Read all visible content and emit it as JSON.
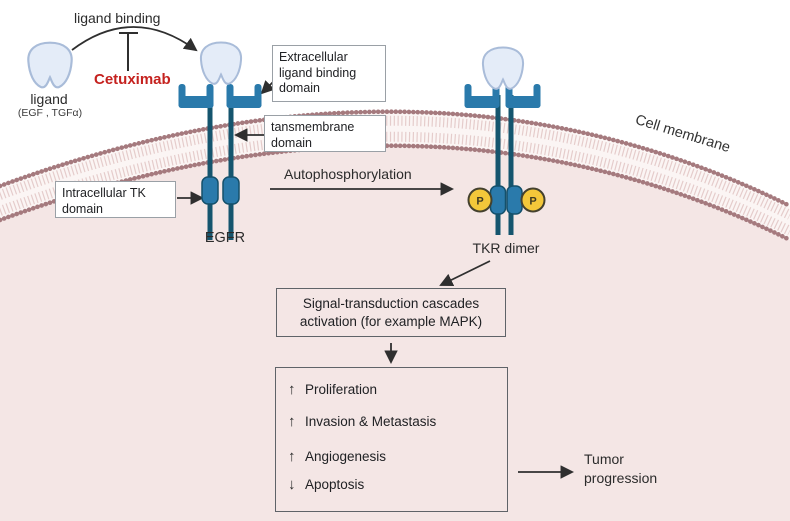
{
  "colors": {
    "cetuximab_red": "#c5221f",
    "receptor_blue": "#2a7aab",
    "stalk_teal": "#15556e",
    "phosphate_yellow": "#f3c73a",
    "membrane_dot": "#a57a7e",
    "cell_interior": "#f4e6e5",
    "ligand_fill": "#e4ecf8"
  },
  "annotations": {
    "ligand_binding": "ligand binding",
    "cetuximab": "Cetuximab",
    "ligand_label": "ligand",
    "ligand_sublabel": "(EGF , TGFα)",
    "extracellular_domain": "Extracellular ligand binding domain",
    "transmembrane_domain": "tansmembrane domain",
    "intracellular_domain": "Intracellular TK domain",
    "egfr": "EGFR",
    "autophosphorylation": "Autophosphorylation",
    "tkr_dimer": "TKR dimer",
    "cell_membrane": "Cell membrane",
    "phosphate": "P"
  },
  "signal_box": {
    "text": "Signal-transduction cascades activation (for example MAPK)"
  },
  "effects_box": {
    "items": [
      {
        "arrow": "↑",
        "label": "Proliferation"
      },
      {
        "arrow": "↑",
        "label": "Invasion & Metastasis"
      },
      {
        "arrow": "↑",
        "label": "Angiogenesis"
      },
      {
        "arrow": "↓",
        "label": "Apoptosis"
      }
    ]
  },
  "outcome": {
    "text": "Tumor progression"
  }
}
